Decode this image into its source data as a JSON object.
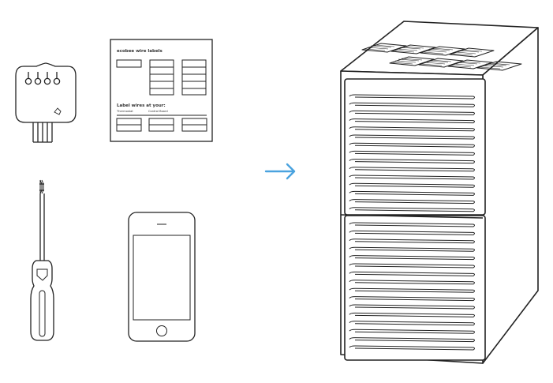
{
  "labels_sheet": {
    "title": "ecobee wire labels",
    "heading": "Label wires at your:",
    "col_thermostat": "Thermostat",
    "col_control_board": "Control Board"
  },
  "colors": {
    "line": "#222222",
    "arrow": "#4aa3df",
    "background": "#ffffff"
  },
  "icons": [
    "adapter-icon",
    "wire-labels-sheet",
    "screwdriver-icon",
    "phone-icon",
    "arrow-right-icon",
    "furnace-icon"
  ]
}
